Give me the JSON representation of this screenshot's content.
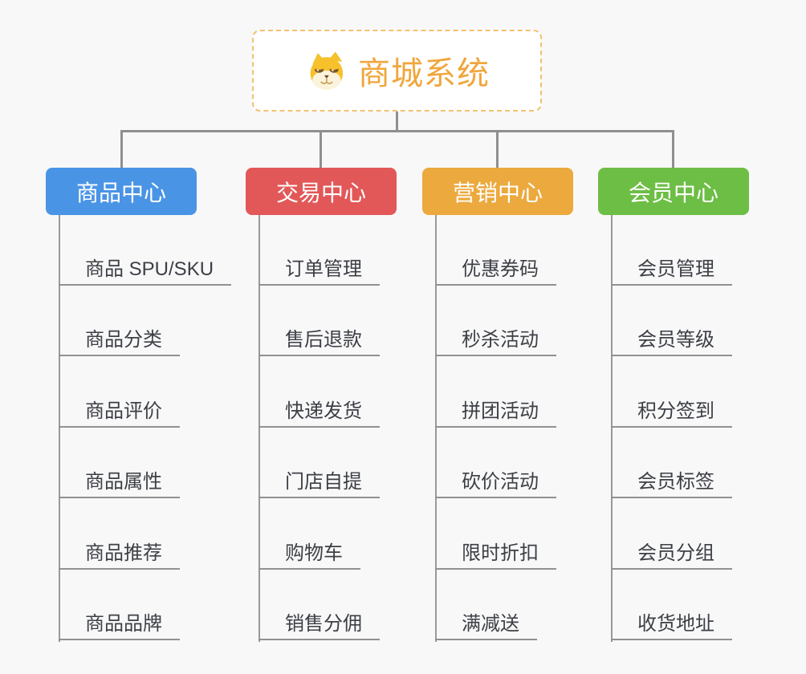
{
  "app": {
    "background_color": "#f8f8f8",
    "connector_color": "#8f8f8f"
  },
  "root": {
    "title": "商城系统",
    "accent_color": "#F0A63C",
    "border_color": "#F4C070",
    "icon": "shiba-dog-icon"
  },
  "branches": [
    {
      "id": "product-center",
      "label": "商品中心",
      "color": "#4A94E5",
      "items": [
        "商品 SPU/SKU",
        "商品分类",
        "商品评价",
        "商品属性",
        "商品推荐",
        "商品品牌"
      ]
    },
    {
      "id": "trade-center",
      "label": "交易中心",
      "color": "#E25858",
      "items": [
        "订单管理",
        "售后退款",
        "快递发货",
        "门店自提",
        "购物车",
        "销售分佣"
      ]
    },
    {
      "id": "marketing-center",
      "label": "营销中心",
      "color": "#ECA93E",
      "items": [
        "优惠券码",
        "秒杀活动",
        "拼团活动",
        "砍价活动",
        "限时折扣",
        "满减送"
      ]
    },
    {
      "id": "member-center",
      "label": "会员中心",
      "color": "#6DBE45",
      "items": [
        "会员管理",
        "会员等级",
        "积分签到",
        "会员标签",
        "会员分组",
        "收货地址"
      ]
    }
  ]
}
